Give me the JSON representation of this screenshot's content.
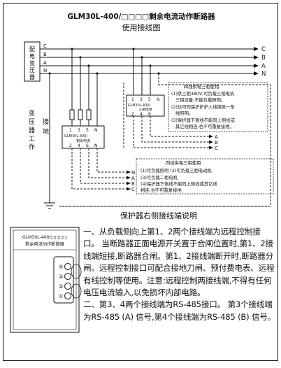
{
  "header": {
    "title_line1": "GLM30L-400/□□□□剩余电流动作断路器",
    "title_line2": "使用接线图"
  },
  "transformer": {
    "label": [
      "配",
      "电",
      "变",
      "压",
      "器"
    ],
    "terminals": [
      "C",
      "B",
      "A",
      "N"
    ]
  },
  "bus_labels": [
    "C",
    "B",
    "A",
    "N"
  ],
  "work_ground": {
    "label1": [
      "变",
      "压",
      "器",
      "工",
      "作"
    ],
    "label2": [
      "接",
      "地"
    ]
  },
  "breaker_left": {
    "numbers_top": [
      "1",
      "3",
      "5",
      "N"
    ],
    "line1": "GLM30L-400/",
    "line2": "剩余电流",
    "numbers_bottom": [
      "2",
      "4",
      "6",
      "N"
    ]
  },
  "breaker_right": {
    "numbers_top": [
      "1",
      "3",
      "5",
      "N"
    ],
    "line1": "GLM30L-400/",
    "line2": "三相电源",
    "numbers_bottom": [
      "2",
      "4",
      "6"
    ]
  },
  "four_wire_note": {
    "title": "四线供电三相使用",
    "lines": [
      "(1)供三相380V,可负载三相电机",
      "三相设备,不能负载照明。",
      "(2)也可同保护护护人线用另一条",
      "线照明。",
      "(3)保护器下侧线不能同上侧线或",
      "其它线相连,也不可重复接地。"
    ],
    "labels": [
      "A",
      "B",
      "C"
    ]
  },
  "load_note": {
    "title": "四线供电三相使用",
    "lines": [
      "(1)可负载照明 (2)可负载三相电动机",
      "(3)可负载二相电机",
      "(4)保护器下侧线不能同上侧线或其它线",
      "相连,也不可重复接地"
    ],
    "labels": [
      "N",
      "A",
      "B",
      "C"
    ]
  },
  "terminal_section": {
    "title": "保护器右侧接线端说明",
    "device_line1": "GLM30L-400/□□□□",
    "device_line2": "剩余电流动作断路器",
    "terminal_numbers": [
      "④",
      "③",
      "②",
      "①"
    ]
  },
  "description": {
    "para1": "一、从负载侧向上第1、2两个接线端为远程控制接口。 当断路器正面电源开关置于合闸位置时,第1、2接线端短接,断路器合闸。第1、2接线端断开时,断路器分闸。远程控制接口可配合接地刀闸、预付费电表、远程有线控制等使用。注意:远程控制两接线端,不得有任何电压电流输入,以免损坏内部电路。",
    "para2": "二、第3、4两个接线端为RS-485接口。 第3个接线端为RS-485 (A) 信号,第4个接线端为RS-485 (B) 信号。"
  }
}
